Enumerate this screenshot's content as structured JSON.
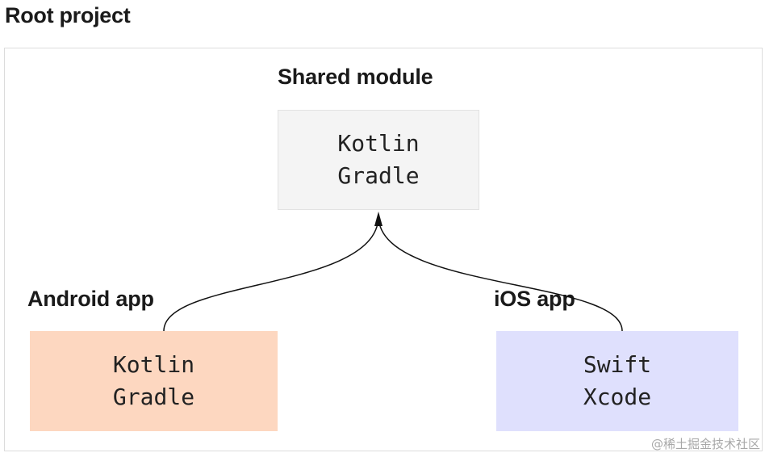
{
  "root": {
    "title": "Root project"
  },
  "shared": {
    "label": "Shared module",
    "lines": [
      "Kotlin",
      "Gradle"
    ]
  },
  "android": {
    "label": "Android app",
    "lines": [
      "Kotlin",
      "Gradle"
    ]
  },
  "ios": {
    "label": "iOS app",
    "lines": [
      "Swift",
      "Xcode"
    ]
  },
  "watermark": "@稀土掘金技术社区",
  "colors": {
    "shared_fill": "#f4f4f4",
    "android_fill": "#fdd7c0",
    "ios_fill": "#dfe0fd",
    "frame_border": "#dcdcdc",
    "arrow": "#111111"
  }
}
